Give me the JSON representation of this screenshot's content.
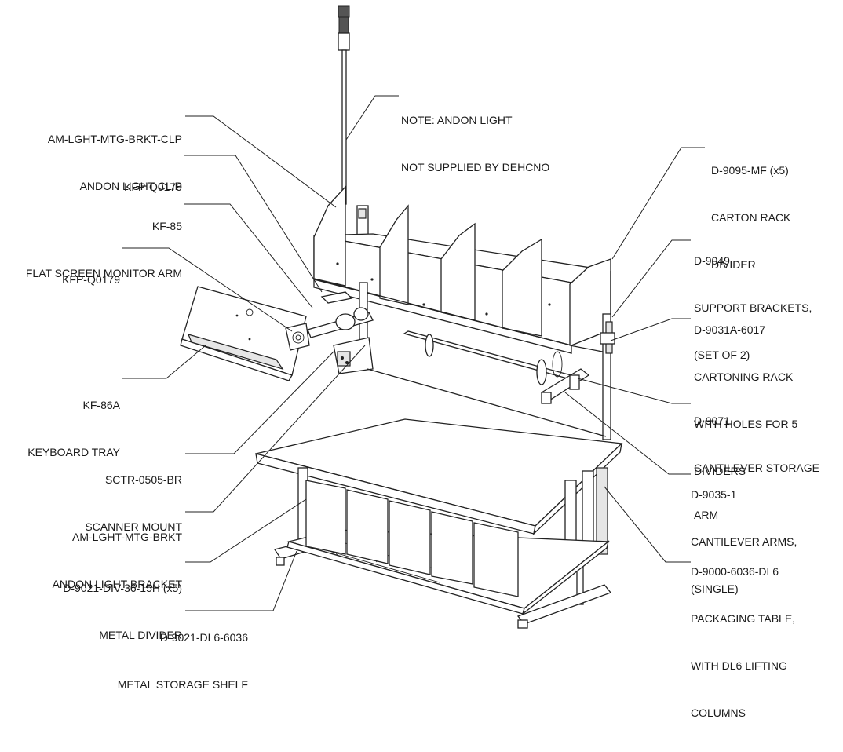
{
  "colors": {
    "line": "#222222",
    "background": "#ffffff",
    "shade": "#e6e6e6"
  },
  "callouts": [
    {
      "id": "note-andon",
      "lines": [
        "NOTE: ANDON LIGHT",
        "NOT SUPPLIED BY DEHCNO"
      ]
    },
    {
      "id": "andon-clip",
      "lines": [
        "AM-LGHT-MTG-BRKT-CLP",
        "ANDON LIGHT CLIP"
      ]
    },
    {
      "id": "kfp-top",
      "lines": [
        "KFP-Q0179"
      ]
    },
    {
      "id": "kf-85",
      "lines": [
        "KF-85",
        "FLAT SCREEN MONITOR ARM"
      ]
    },
    {
      "id": "kfp-mid",
      "lines": [
        "KFP-Q0179"
      ]
    },
    {
      "id": "kf-86a",
      "lines": [
        "KF-86A",
        "KEYBOARD TRAY"
      ]
    },
    {
      "id": "scanner-mount",
      "lines": [
        "SCTR-0505-BR",
        "SCANNER MOUNT"
      ]
    },
    {
      "id": "andon-bracket",
      "lines": [
        "AM-LGHT-MTG-BRKT",
        "ANDON LIGHT BRACKET"
      ]
    },
    {
      "id": "metal-divider",
      "lines": [
        "D-9021-DIV-36-15H (x5)",
        "METAL DIVIDER"
      ]
    },
    {
      "id": "storage-shelf",
      "lines": [
        "D-9021-DL6-6036",
        "METAL STORAGE SHELF"
      ]
    },
    {
      "id": "carton-divider",
      "lines": [
        "D-9095-MF (x5)",
        "CARTON RACK",
        "DIVIDER"
      ]
    },
    {
      "id": "support-brackets",
      "lines": [
        "D-9049",
        "SUPPORT BRACKETS,",
        "(SET OF 2)"
      ]
    },
    {
      "id": "cartoning-rack",
      "lines": [
        "D-9031A-6017",
        "CARTONING RACK",
        "WITH HOLES FOR 5",
        "DIVIDERS"
      ]
    },
    {
      "id": "storage-arm",
      "lines": [
        "D-9071",
        "CANTILEVER STORAGE",
        "ARM"
      ]
    },
    {
      "id": "cantilever-arms",
      "lines": [
        "D-9035-1",
        "CANTILEVER ARMS,",
        "(SINGLE)"
      ]
    },
    {
      "id": "packaging-table",
      "lines": [
        "D-9000-6036-DL6",
        "PACKAGING TABLE,",
        "WITH DL6 LIFTING",
        "COLUMNS"
      ]
    }
  ]
}
